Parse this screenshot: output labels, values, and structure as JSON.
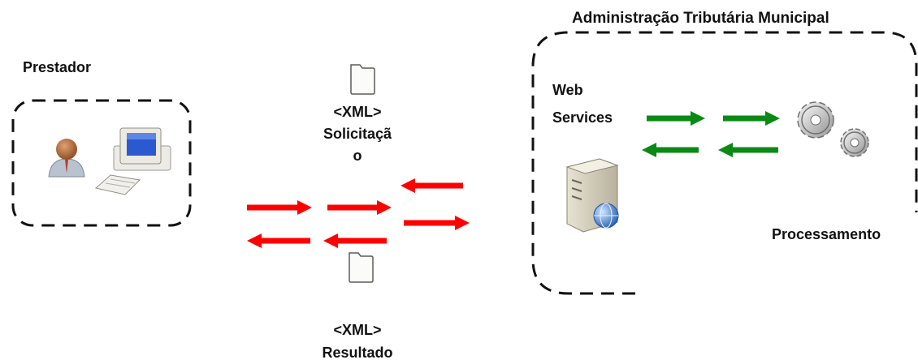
{
  "title": "Administração Tributária Municipal",
  "prestador_label": "Prestador",
  "web_services": {
    "line1": "Web",
    "line2": "Services"
  },
  "processamento_label": "Processamento",
  "request_doc": {
    "line1": "<XML>",
    "line2": "Solicitaçã",
    "line3": "o"
  },
  "result_doc": {
    "line1": "<XML>",
    "line2": "Resultado"
  },
  "colors": {
    "red_arrow": "#ff0000",
    "green_arrow": "#0a8a14",
    "dash": "#111111"
  },
  "icons": [
    "user-icon",
    "desktop-computer-icon",
    "folder-icon",
    "server-icon",
    "globe-icon",
    "gears-icon"
  ]
}
